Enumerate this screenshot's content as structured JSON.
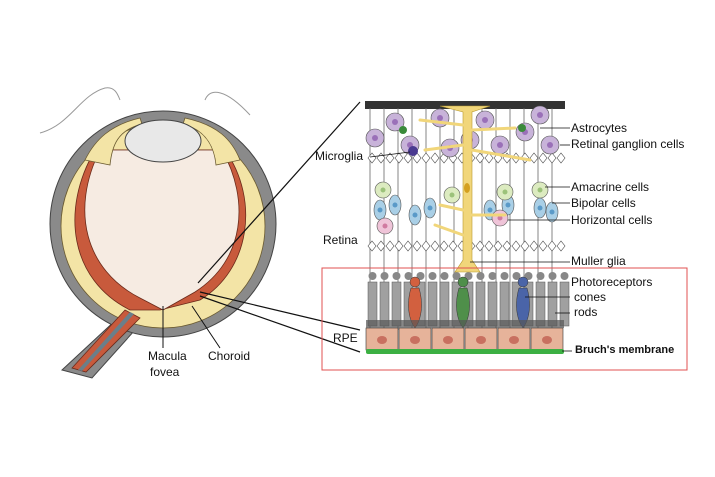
{
  "eye_labels": {
    "macula": "Macula",
    "fovea": "fovea",
    "choroid": "Choroid"
  },
  "retina_labels": {
    "astrocytes": "Astrocytes",
    "ganglion": "Retinal ganglion cells",
    "microglia": "Microglia",
    "amacrine": "Amacrine cells",
    "bipolar": "Bipolar cells",
    "horizontal": "Horizontal cells",
    "retina": "Retina",
    "muller": "Muller glia",
    "photoreceptors": "Photoreceptors",
    "cones": "cones",
    "rods": "rods",
    "rpe": "RPE",
    "bruch": "Bruch's membrane"
  },
  "colors": {
    "sclera": "#8a8a8a",
    "choroid": "#f3e4a6",
    "retina": "#c85a3c",
    "vitreous": "#f6ebe2",
    "ganglion": "#c8b3d9",
    "bipolar": "#a9cfe6",
    "amacrine": "#dcebc0",
    "horizontal": "#efc4d8",
    "muller": "#f1d67a",
    "rod": "#a0a0a0",
    "rpe": "#e6b39a",
    "bruch": "#3cb043",
    "cone_red": "#d2603f",
    "cone_green": "#4f8f4a",
    "cone_blue": "#4a64a8",
    "highlight_box": "#e05050"
  }
}
